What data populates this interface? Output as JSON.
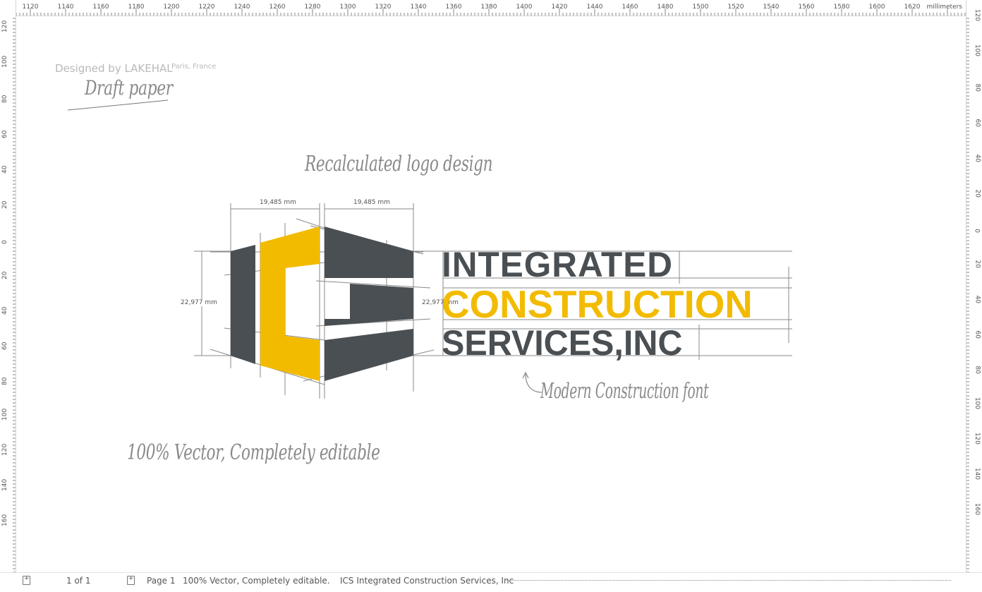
{
  "ruler": {
    "top_labels": [
      "1120",
      "1140",
      "1160",
      "1180",
      "1200",
      "1220",
      "1240",
      "1260",
      "1280",
      "1300",
      "1320",
      "1340",
      "1360",
      "1380",
      "1400",
      "1420",
      "1440",
      "1460",
      "1480",
      "1500",
      "1520",
      "1540",
      "1560",
      "1580",
      "1600",
      "1620"
    ],
    "unit": "millimeters",
    "side_labels": [
      "120",
      "100",
      "80",
      "60",
      "40",
      "20",
      "0",
      "20",
      "40",
      "60",
      "80",
      "100",
      "120",
      "140",
      "160"
    ]
  },
  "annotations": {
    "designer": "Designed by LAKEHAL",
    "location": "Paris, France",
    "draft": "Draft paper",
    "recalculated": "Recalculated  logo design",
    "modern_font": "Modern Construction font",
    "vector_note": "100% Vector, Completely editable"
  },
  "dimensions": {
    "width_left": "19,485 mm",
    "width_right": "19,485 mm",
    "height_left": "22,977 mm",
    "height_right": "22,977 mm"
  },
  "logo": {
    "line1": "INTEGRATED",
    "line2": "CONSTRUCTION",
    "line3": "SERVICES,INC",
    "colors": {
      "gray": "#4a4f53",
      "yellow": "#f2bb00",
      "guide": "#8a8a8a"
    }
  },
  "statusbar": {
    "page_count": "1 of 1",
    "page_name": "Page 1",
    "page_desc": "100% Vector, Completely editable.",
    "doc_title": "ICS Integrated Construction Services, Inc"
  }
}
